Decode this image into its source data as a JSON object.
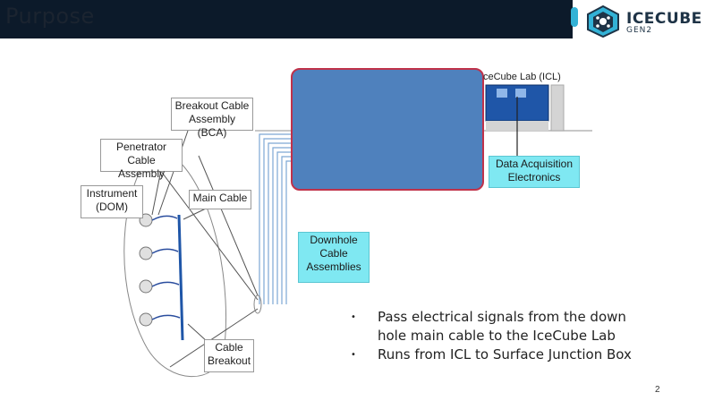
{
  "slide": {
    "title": "Purpose",
    "logo_main": "ICECUBE",
    "logo_sub": "GEN2",
    "page_number": "2"
  },
  "diagram": {
    "icl_label": "ceCube Lab (ICL)",
    "bca_label": "Breakout Cable Assembly (BCA)",
    "penetrator_label": "Penetrator Cable Assembly",
    "instrument_label": "Instrument (DOM)",
    "main_cable_label": "Main Cable",
    "daq_label": "Data Acquisition Electronics",
    "downhole_label": "Downhole Cable Assemblies",
    "breakout_label": "Cable Breakout"
  },
  "bullets": [
    {
      "marker": "•",
      "text": "Pass electrical signals from the down hole main cable to the IceCube Lab"
    },
    {
      "marker": "•",
      "text": "Runs from ICL to Surface Junction Box"
    }
  ]
}
